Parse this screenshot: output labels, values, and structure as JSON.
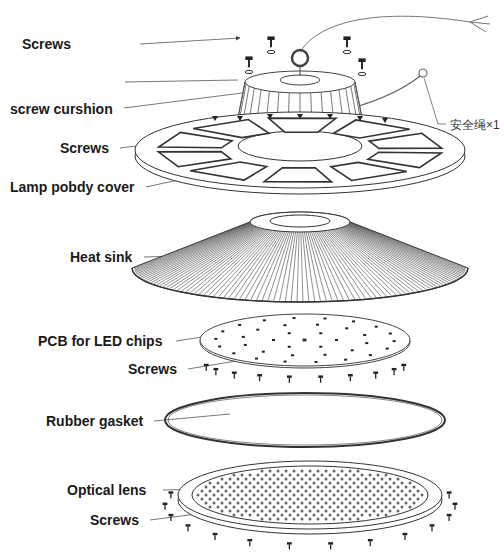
{
  "diagram": {
    "labels": [
      "Screws",
      "screw curshion",
      "Screws",
      "Lamp pobdy cover",
      "Heat sink",
      "PCB for LED chips",
      "Screws",
      "Rubber gasket",
      "Optical lens",
      "Screws",
      "安全绳×1"
    ]
  }
}
